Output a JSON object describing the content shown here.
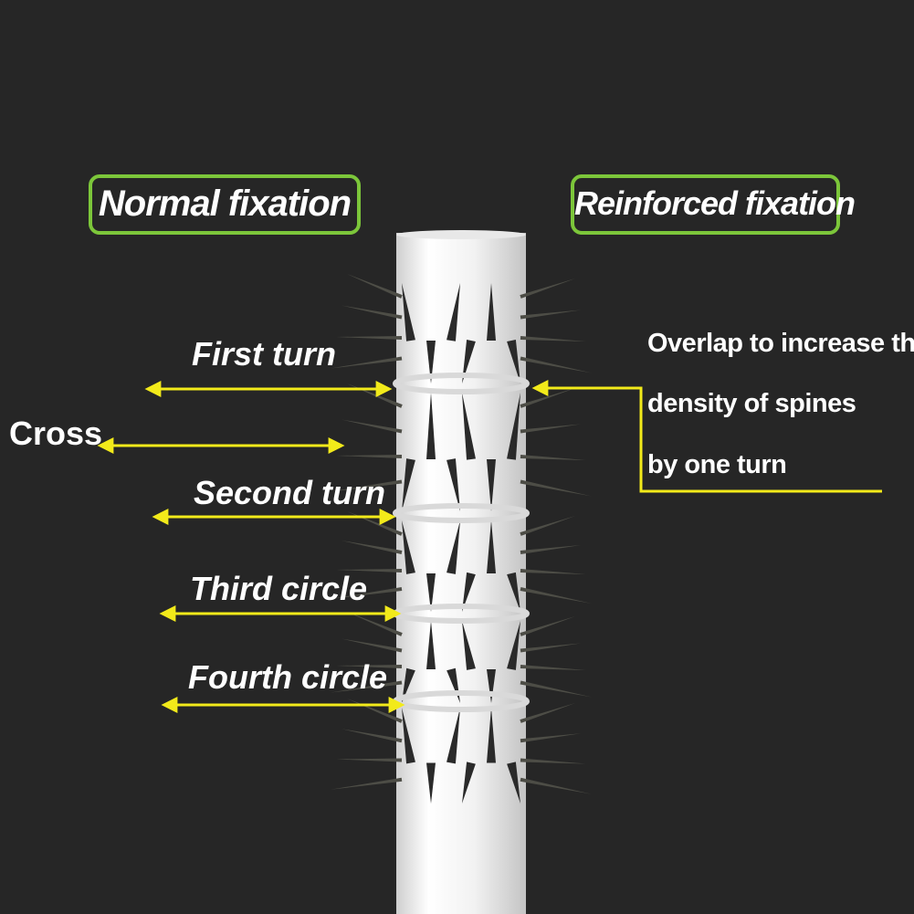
{
  "titles": {
    "normal": "Normal fixation",
    "reinforced": "Reinforced fixation"
  },
  "labels": {
    "first_turn": "First turn",
    "cross": "Cross",
    "second_turn": "Second turn",
    "third_circle": "Third circle",
    "fourth_circle": "Fourth circle"
  },
  "note": {
    "line1": "Overlap to increase the",
    "line2": "density of spines",
    "line3": "by one turn"
  },
  "colors": {
    "background": "#262626",
    "title_border": "#7cc63a",
    "arrow": "#f2ea1a",
    "text": "#ffffff",
    "pole": "#f4f4f4"
  }
}
